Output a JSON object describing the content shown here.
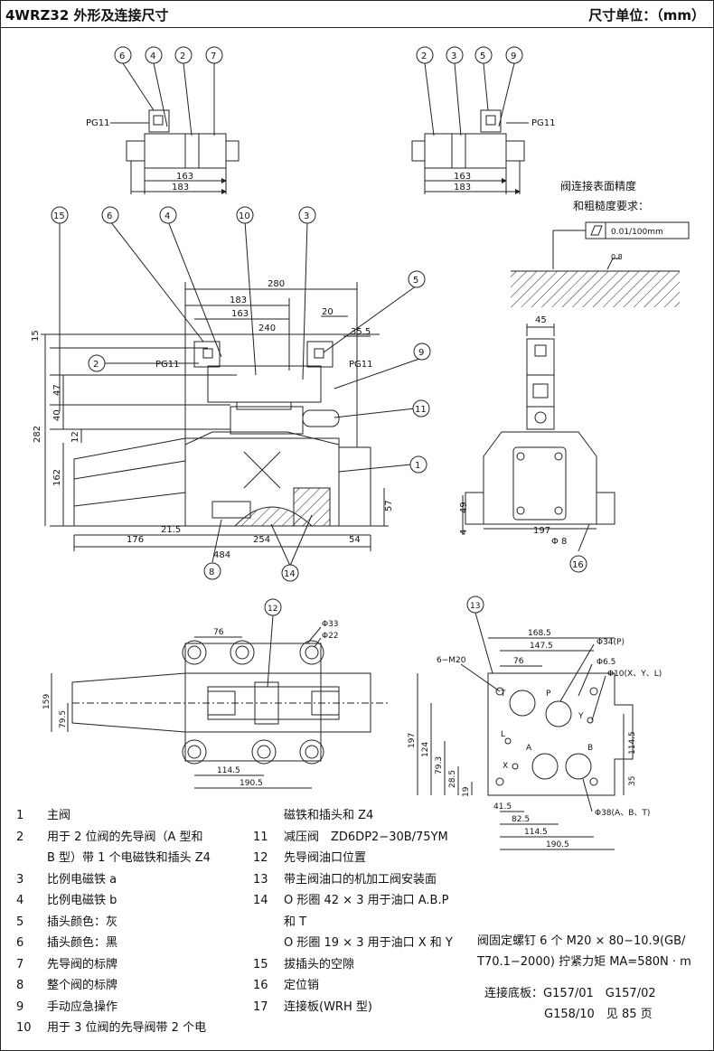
{
  "header": {
    "title": "4WRZ32 外形及连接尺寸",
    "unit": "尺寸单位：（mm）"
  },
  "top_left_view": {
    "callouts": [
      "6",
      "4",
      "2",
      "7"
    ],
    "pg_label": "PG11",
    "dim_163": "163",
    "dim_183": "183"
  },
  "top_right_view": {
    "callouts": [
      "2",
      "3",
      "5",
      "9"
    ],
    "pg_label": "PG11",
    "dim_163": "163",
    "dim_183": "183"
  },
  "surface": {
    "line1": "阀连接表面精度",
    "line2": "和粗糙度要求：",
    "flatness": "0.01/100mm",
    "roughness": "0.8"
  },
  "front_view": {
    "callouts": [
      "15",
      "6",
      "4",
      "10",
      "3",
      "5",
      "9",
      "11",
      "1",
      "2",
      "8",
      "14"
    ],
    "pg_left": "PG11",
    "pg_right": "PG11",
    "dims": {
      "d280": "280",
      "d183": "183",
      "d163": "163",
      "d240": "240",
      "d20": "20",
      "d35_5": "35.5",
      "d15": "15",
      "d282": "282",
      "d47": "47",
      "d40": "40",
      "d12": "12",
      "d162": "162",
      "d57": "57",
      "d21_5": "21.5",
      "d176": "176",
      "d254": "254",
      "d54": "54",
      "d484": "484"
    }
  },
  "side_view": {
    "dims": {
      "d45": "45",
      "d49": "49",
      "d4": "4",
      "d197": "197",
      "d8": "Φ 8"
    },
    "callout": "16"
  },
  "bottom_left_view": {
    "callout": "12",
    "dims": {
      "d76": "76",
      "d33": "Φ33",
      "d22": "Φ22",
      "d159": "159",
      "d79_5": "79.5",
      "d114_5": "114.5",
      "d190_5": "190.5"
    }
  },
  "bottom_right_view": {
    "callout": "13",
    "dims": {
      "d168_5": "168.5",
      "d147_5": "147.5",
      "d76": "76",
      "m20": "6−M20",
      "d34": "Φ34(P)",
      "d6_5": "Φ6.5",
      "d10": "Φ10(X、Y、L)",
      "d197": "197",
      "d124": "124",
      "d79_3": "79.3",
      "d28_5": "28.5",
      "d19": "19",
      "d114_5v": "114.5",
      "d35": "35",
      "d41_5": "41.5",
      "d82_5": "82.5",
      "d114_5": "114.5",
      "d190_5": "190.5",
      "d38": "Φ38(A、B、T)"
    },
    "ports": [
      "T",
      "P",
      "L",
      "Y",
      "X",
      "A",
      "B"
    ]
  },
  "legend_left": [
    {
      "n": "1",
      "t": "主阀"
    },
    {
      "n": "2",
      "t": "用于 2 位阀的先导阀（A 型和"
    },
    {
      "n": "",
      "t": "B 型）带 1 个电磁铁和插头 Z4"
    },
    {
      "n": "3",
      "t": "比例电磁铁 a"
    },
    {
      "n": "4",
      "t": "比例电磁铁 b"
    },
    {
      "n": "5",
      "t": "插头颜色：灰"
    },
    {
      "n": "6",
      "t": "插头颜色：黑"
    },
    {
      "n": "7",
      "t": "先导阀的标牌"
    },
    {
      "n": "8",
      "t": "整个阀的标牌"
    },
    {
      "n": "9",
      "t": "手动应急操作"
    },
    {
      "n": "10",
      "t": "用于 3 位阀的先导阀带 2 个电"
    }
  ],
  "legend_right": [
    {
      "n": "",
      "t": "磁铁和插头和 Z4"
    },
    {
      "n": "11",
      "t": "减压阀　ZD6DP2−30B/75YM"
    },
    {
      "n": "12",
      "t": "先导阀油口位置"
    },
    {
      "n": "13",
      "t": "带主阀油口的机加工阀安装面"
    },
    {
      "n": "14",
      "t": "O 形圈 42 × 3 用于油口 A.B.P"
    },
    {
      "n": "",
      "t": "和 T"
    },
    {
      "n": "",
      "t": "O 形圈 19 × 3 用于油口 X 和 Y"
    },
    {
      "n": "15",
      "t": "拔插头的空隙"
    },
    {
      "n": "16",
      "t": "定位销"
    },
    {
      "n": "17",
      "t": "连接板(WRH 型)"
    }
  ],
  "notes": {
    "bolt1": "阀固定螺钉 6 个 M20 × 80−10.9(GB/",
    "bolt2": "T70.1−2000) 拧紧力矩 MA=580N · m",
    "plate1": "连接底板：G157/01　G157/02",
    "plate2": "G158/10　见 85 页"
  }
}
